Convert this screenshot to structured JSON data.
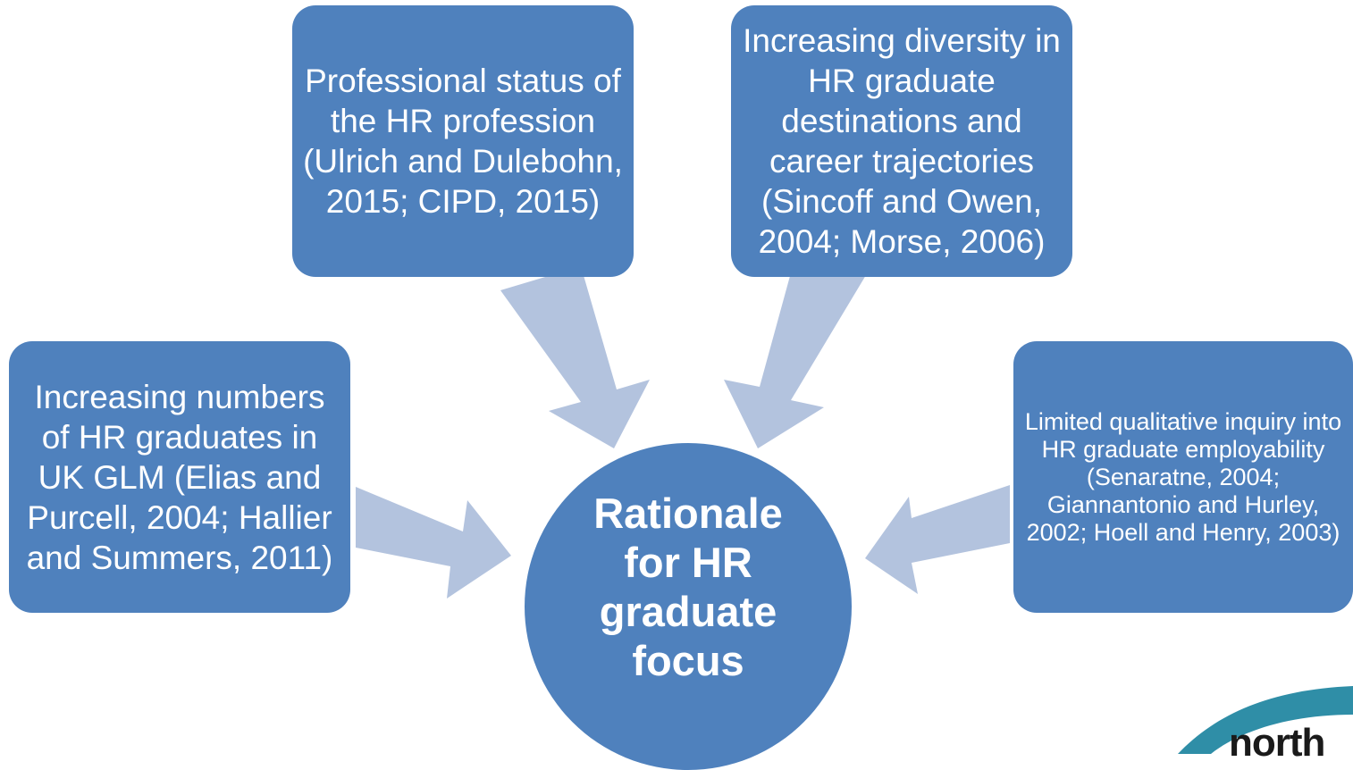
{
  "diagram": {
    "center": {
      "label": "Rationale for HR graduate focus"
    },
    "boxes": {
      "top_left": "Professional status of the HR profession (Ulrich and Dulebohn, 2015; CIPD, 2015)",
      "top_right": "Increasing diversity in HR graduate destinations and career trajectories (Sincoff and Owen, 2004; Morse, 2006)",
      "left": "Increasing numbers of HR graduates in UK GLM (Elias and Purcell, 2004; Hallier and Summers, 2011)",
      "right": "Limited qualitative inquiry into HR graduate employability (Senaratne, 2004; Giannantonio and Hurley, 2002; Hoell and Henry, 2003)"
    }
  },
  "logo": {
    "text": "north"
  },
  "colors": {
    "box_fill": "#4f81bd",
    "arrow_fill": "#b3c3de",
    "logo_swoosh": "#2f8ea7"
  }
}
